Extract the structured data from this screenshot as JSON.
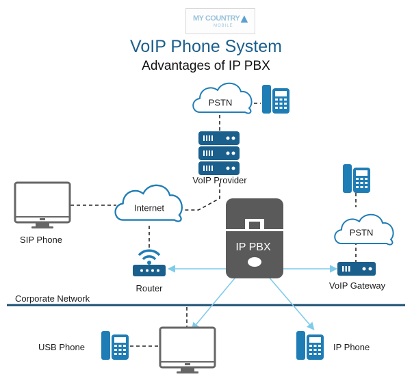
{
  "logo": {
    "main_text": "MY COUNTRY",
    "sub_text": "MOBILE"
  },
  "title": "VoIP Phone System",
  "subtitle": "Advantages of IP PBX",
  "nodes": {
    "pstn_top": "PSTN",
    "voip_provider": "VoIP Provider",
    "internet": "Internet",
    "sip_phone": "SIP Phone",
    "ip_pbx": "IP PBX",
    "router": "Router",
    "pstn_right": "PSTN",
    "voip_gateway": "VoIP Gateway",
    "usb_phone": "USB Phone",
    "ip_phone": "IP Phone"
  },
  "network_label": "Corporate Network",
  "colors": {
    "brand": "#1b5f8c",
    "accent": "#1f7db5",
    "arrow": "#7fcbea",
    "pbx": "#5a5a5a"
  }
}
